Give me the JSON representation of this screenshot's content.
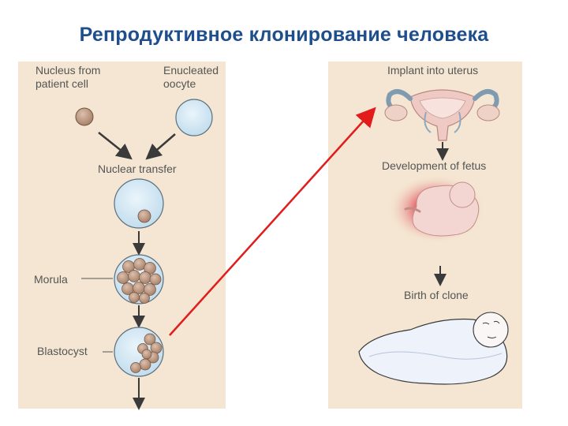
{
  "title": "Репродуктивное клонирование человека",
  "left": {
    "nucleus_label": "Nucleus from\npatient cell",
    "oocyte_label": "Enucleated\noocyte",
    "nuclear_transfer": "Nuclear transfer",
    "morula": "Morula",
    "blastocyst": "Blastocyst"
  },
  "right": {
    "implant": "Implant into uterus",
    "development": "Development of fetus",
    "birth": "Birth of clone"
  },
  "colors": {
    "title": "#1f4e8c",
    "panel": "#f4e6d2",
    "red_arrow": "#e21b1b",
    "cell_blue": "#d4e8f4",
    "cell_brown": "#c9a58c"
  }
}
